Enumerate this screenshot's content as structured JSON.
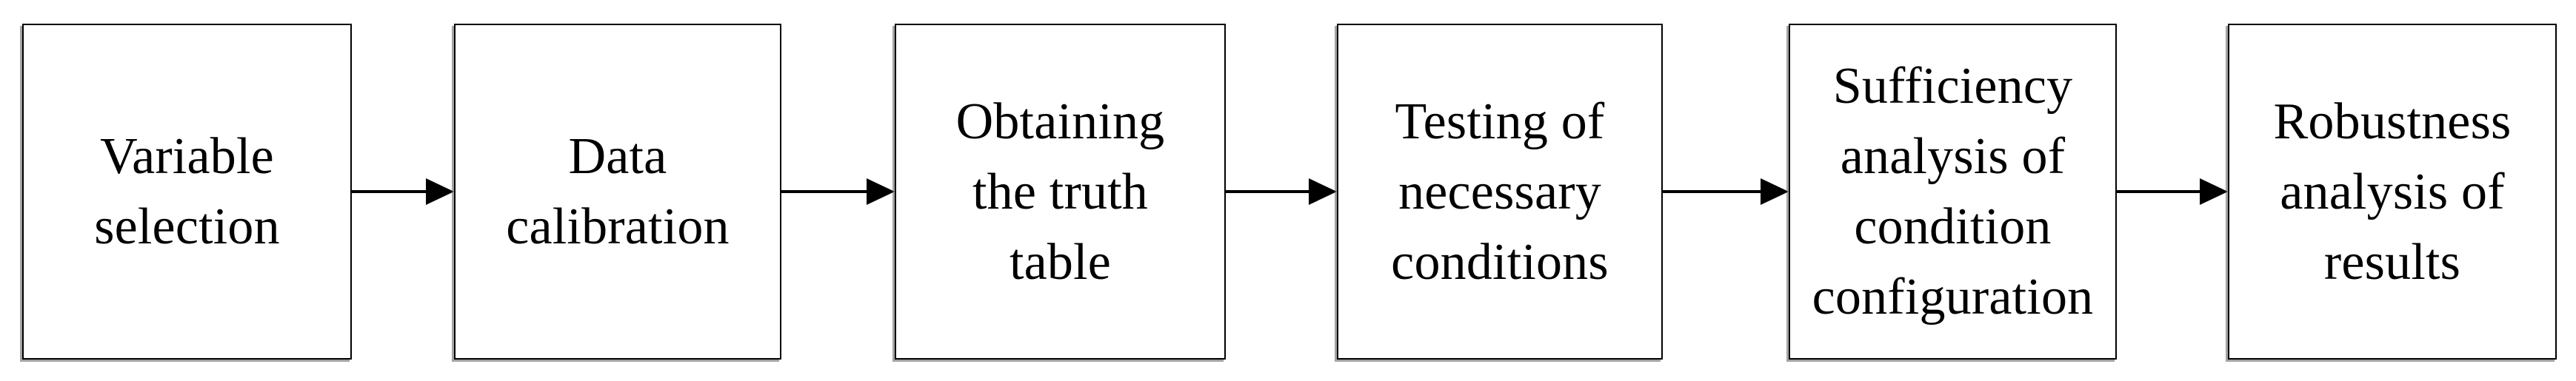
{
  "diagram": {
    "type": "linear-process-flowchart",
    "orientation": "left-to-right",
    "node_count": 6,
    "connector_count": 5,
    "colors": {
      "background": "#ffffff",
      "box_border": "#000000",
      "box_fill": "#ffffff",
      "text": "#000000",
      "arrow": "#000000",
      "shadow": "#5a5a5a"
    },
    "nodes": [
      {
        "index": 1,
        "id": "variable-selection",
        "label": "Variable\nselection",
        "lines": [
          "Variable",
          "selection"
        ]
      },
      {
        "index": 2,
        "id": "data-calibration",
        "label": "Data\ncalibration",
        "lines": [
          "Data",
          "calibration"
        ]
      },
      {
        "index": 3,
        "id": "obtaining-the-truth-table",
        "label": "Obtaining\nthe truth\ntable",
        "lines": [
          "Obtaining",
          "the truth",
          "table"
        ]
      },
      {
        "index": 4,
        "id": "testing-of-necessary-conditions",
        "label": "Testing of\nnecessary\nconditions",
        "lines": [
          "Testing of",
          "necessary",
          "conditions"
        ]
      },
      {
        "index": 5,
        "id": "sufficiency-analysis-of-condition-configuration",
        "label": "Sufficiency\nanalysis of\ncondition\nconfiguration",
        "lines": [
          "Sufficiency",
          "analysis of",
          "condition",
          "configuration"
        ]
      },
      {
        "index": 6,
        "id": "robustness-analysis-of-results",
        "label": "Robustness\nanalysis of\nresults",
        "lines": [
          "Robustness",
          "analysis of",
          "results"
        ]
      }
    ],
    "connectors": [
      {
        "index": 1,
        "from": "variable-selection",
        "to": "data-calibration",
        "style": "solid-arrow-right"
      },
      {
        "index": 2,
        "from": "data-calibration",
        "to": "obtaining-the-truth-table",
        "style": "solid-arrow-right"
      },
      {
        "index": 3,
        "from": "obtaining-the-truth-table",
        "to": "testing-of-necessary-conditions",
        "style": "solid-arrow-right"
      },
      {
        "index": 4,
        "from": "testing-of-necessary-conditions",
        "to": "sufficiency-analysis-of-condition-configuration",
        "style": "solid-arrow-right"
      },
      {
        "index": 5,
        "from": "sufficiency-analysis-of-condition-configuration",
        "to": "robustness-analysis-of-results",
        "style": "solid-arrow-right"
      }
    ]
  }
}
